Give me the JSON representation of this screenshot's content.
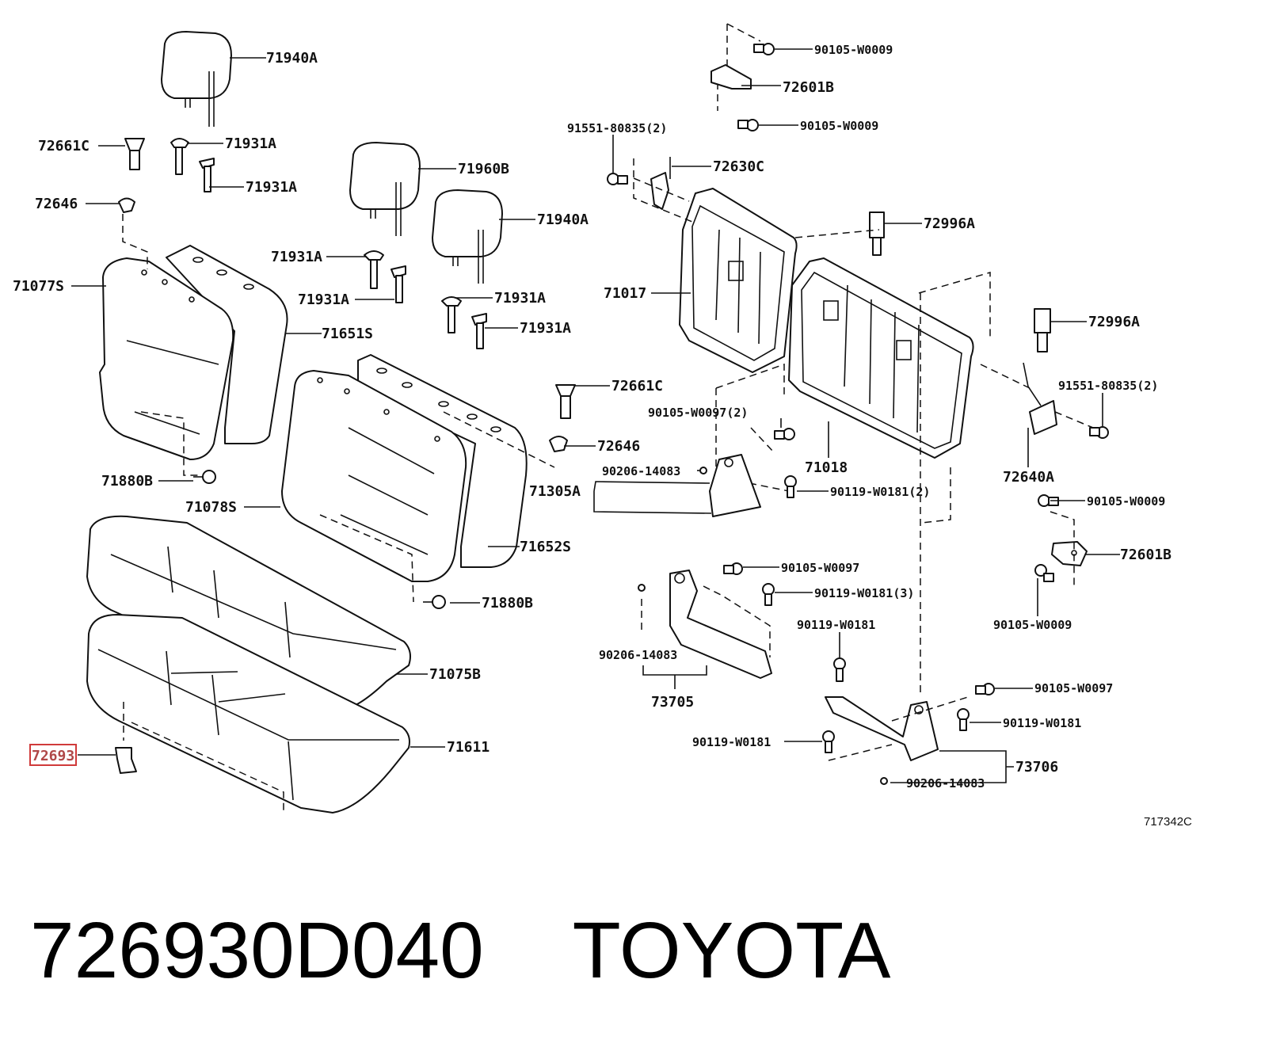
{
  "labels": {
    "headrest_1": "71940A",
    "clip_1": "72661C",
    "support_1": "71931A",
    "support_2": "71931A",
    "clip_2": "72646",
    "headrest_2": "71960B",
    "headrest_3": "71940A",
    "support_3": "71931A",
    "support_4": "71931A",
    "support_5": "71931A",
    "support_6": "71931A",
    "back_cover_left": "71077S",
    "back_pad_left": "71651S",
    "hook_1": "71880B",
    "back_cover_right": "71078S",
    "back_pad_right": "71652S",
    "hook_2": "71880B",
    "clip_3": "72661C",
    "clip_4": "72646",
    "hinge_assy": "71305A",
    "cushion_cover": "71075B",
    "cushion_pad": "71611",
    "highlighted_part": "72693",
    "bolt_1": "90105-W0009",
    "plate_1": "72601B",
    "bolt_2": "90105-W0009",
    "screw_1": "91551-80835(2)",
    "cover_1": "72630C",
    "frame_left": "71017",
    "lock_1": "72996A",
    "frame_right": "71018",
    "lock_2": "72996A",
    "screw_2": "91551-80835(2)",
    "bolt_3": "90105-W0097(2)",
    "washer_1": "90206-14083",
    "bolt_4": "90119-W0181(2)",
    "striker": "72640A",
    "bolt_5": "90105-W0009",
    "plate_2": "72601B",
    "bolt_6": "90105-W0009",
    "bolt_7": "90105-W0097",
    "bolt_8": "90119-W0181(3)",
    "bolt_9": "90119-W0181",
    "washer_2": "90206-14083",
    "hinge_2": "73705",
    "bolt_10": "90105-W0097",
    "bolt_11": "90119-W0181",
    "bolt_12": "90119-W0181",
    "hinge_3": "73706",
    "washer_3": "90206-14083",
    "diagram_code": "717342C"
  },
  "footer": {
    "part_number": "726930D040",
    "brand": "TOYOTA"
  },
  "colors": {
    "ink": "#111111",
    "highlight": "#d03a3a"
  }
}
